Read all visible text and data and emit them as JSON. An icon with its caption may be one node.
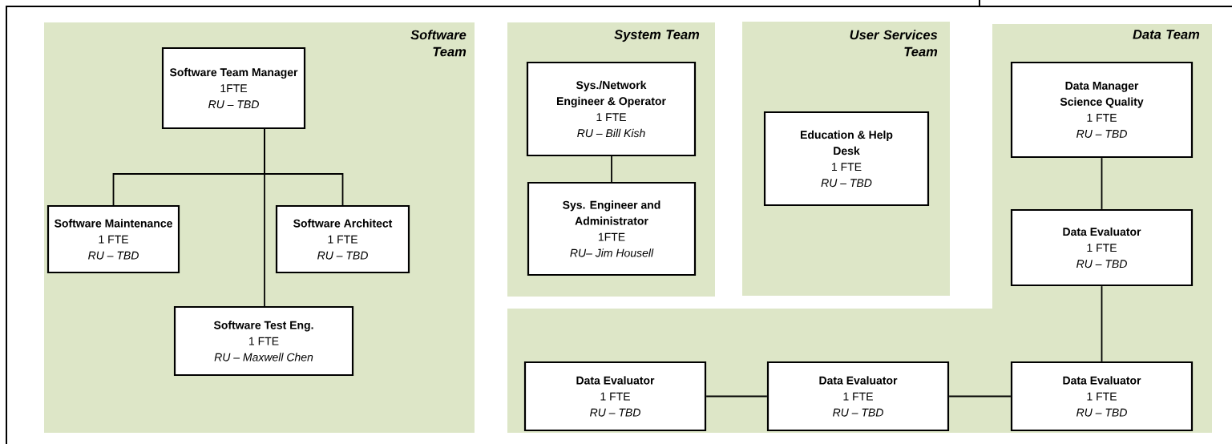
{
  "diagram": {
    "nodes": [
      {
        "text": [
          "Software Team"
        ]
      },
      {
        "text": [
          "Software Team Manager",
          "1FTE",
          "RU – TBD"
        ],
        "in": 0
      },
      {
        "text": [
          "Software Maintenance",
          "1 FTE",
          "RU – TBD"
        ],
        "in": 0
      },
      {
        "text": [
          "Software Architect",
          "1 FTE",
          "RU – TBD"
        ],
        "in": 0
      },
      {
        "text": [
          "Software Test Eng.",
          "1 FTE",
          "RU – Maxwell Chen"
        ],
        "in": 0
      },
      {
        "text": [
          "System Team"
        ]
      },
      {
        "text": [
          "Sys./Network Engineer & Operator",
          "1 FTE",
          "RU – Bill Kish"
        ],
        "in": 5
      },
      {
        "text": [
          "Sys. Engineer and Administrator",
          "1FTE",
          "RU– Jim Housell"
        ],
        "in": 5
      },
      {
        "text": [
          "User Services Team"
        ]
      },
      {
        "text": [
          "Education & Help Desk",
          "1 FTE",
          "RU – TBD"
        ],
        "in": 8
      },
      {
        "text": [
          "Data Team"
        ]
      },
      {
        "text": [
          "Data Manager Science Quality",
          "1 FTE",
          "RU – TBD"
        ],
        "in": 10
      },
      {
        "text": [
          "Data Evaluator",
          "1 FTE",
          "RU – TBD"
        ],
        "in": 10
      },
      {
        "text": [
          "Data Evaluator",
          "1 FTE",
          "RU – TBD"
        ],
        "in": 10
      },
      {
        "text": [
          "Data Evaluator",
          "1 FTE",
          "RU – TBD"
        ],
        "in": 10
      },
      {
        "text": [
          "Data Evaluator",
          "1 FTE",
          "RU – TBD"
        ],
        "in": 10
      }
    ],
    "edges": [
      {
        "from": 1,
        "to": 2,
        "arrow": "none"
      },
      {
        "from": 1,
        "to": 3,
        "arrow": "none"
      },
      {
        "from": 1,
        "to": 4,
        "arrow": "none"
      },
      {
        "from": 6,
        "to": 7,
        "arrow": "none"
      },
      {
        "from": 11,
        "to": 12,
        "arrow": "none"
      },
      {
        "from": 12,
        "to": 13,
        "arrow": "none"
      },
      {
        "from": 13,
        "to": 14,
        "arrow": "none"
      },
      {
        "from": 14,
        "to": 15,
        "arrow": "none"
      }
    ]
  }
}
